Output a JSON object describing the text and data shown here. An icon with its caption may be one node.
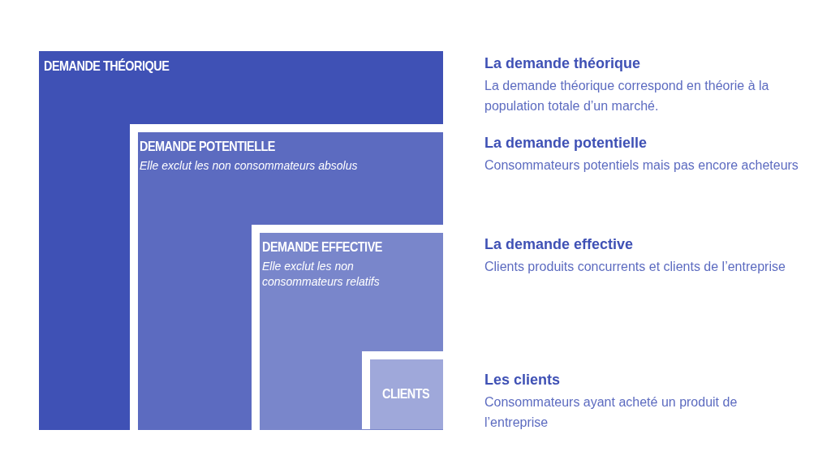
{
  "diagram": {
    "nodes": [
      {
        "text": [
          "DEMANDE THÉORIQUE"
        ]
      },
      {
        "text": [
          "DEMANDE POTENTIELLE",
          "Elle exclut les non consommateurs absolus"
        ],
        "in": 0
      },
      {
        "text": [
          "DEMANDE EFFECTIVE",
          "Elle exclut les non consommateurs relatifs"
        ],
        "in": 1
      },
      {
        "text": [
          "CLIENTS"
        ],
        "in": 2
      }
    ],
    "edges": [],
    "labels": [
      "La demande théorique",
      "La demande théorique correspond en théorie à la population totale d’un marché.",
      "La demande potentielle",
      "Consommateurs potentiels mais pas encore acheteurs",
      "La demande effective",
      "Clients produits concurrents et clients de l’entreprise",
      "Les clients",
      "Consommateurs ayant acheté un produit de l’entreprise"
    ]
  }
}
